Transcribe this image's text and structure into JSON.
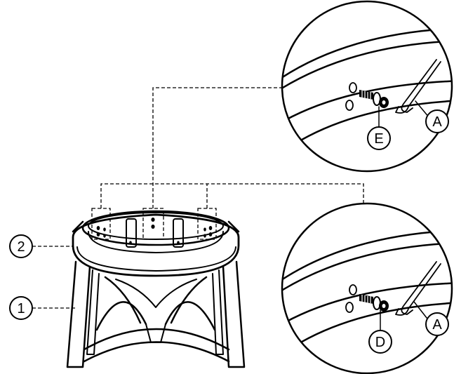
{
  "callouts": {
    "part_1": "1",
    "part_2": "2",
    "hex_key_top": "A",
    "hex_key_bottom": "A",
    "bolt_top": "E",
    "bolt_bottom": "D"
  }
}
